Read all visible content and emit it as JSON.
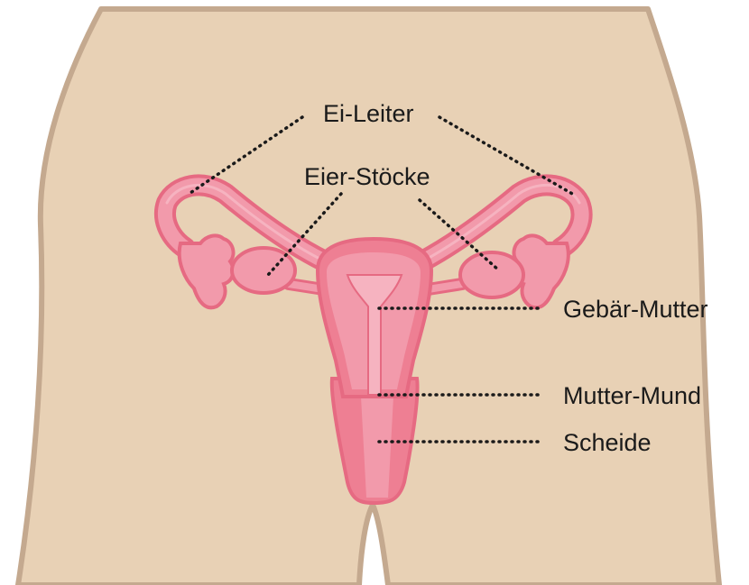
{
  "labels": {
    "fallopian_tubes": "Ei-Leiter",
    "ovaries": "Eier-Stöcke",
    "uterus": "Gebär-Mutter",
    "cervix": "Mutter-Mund",
    "vagina": "Scheide"
  },
  "colors": {
    "skin": "#e8d1b5",
    "skin_outline": "#c4a98f",
    "organ_fill": "#f29aab",
    "organ_inner": "#ee7f93",
    "organ_outline": "#e66a82",
    "organ_light": "#f6b3c0",
    "leader": "#1a1a1a"
  }
}
